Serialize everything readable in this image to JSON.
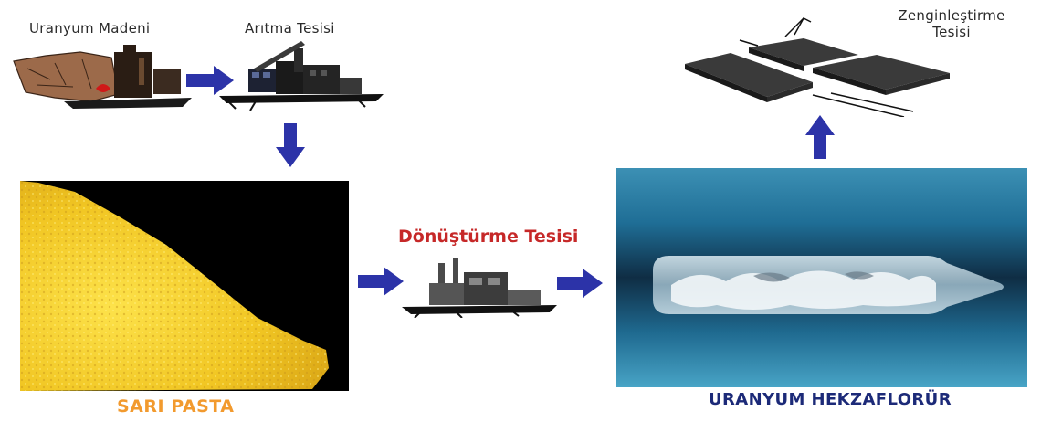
{
  "stages": {
    "mine": {
      "label": "Uranyum Madeni"
    },
    "mill": {
      "label": "Arıtma Tesisi"
    },
    "yellowcake": {
      "label": "SARI PASTA"
    },
    "conversion": {
      "label": "Dönüştürme Tesisi"
    },
    "hex": {
      "label": "URANYUM HEKZAFLORÜR"
    },
    "enrichment": {
      "label_line1": "Zenginleştirme",
      "label_line2": "Tesisi"
    }
  },
  "colors": {
    "arrow": "#2c33a8",
    "conversion_label": "#c62828",
    "yellowcake_label": "#f29a2e",
    "hex_label": "#1c2a78"
  }
}
